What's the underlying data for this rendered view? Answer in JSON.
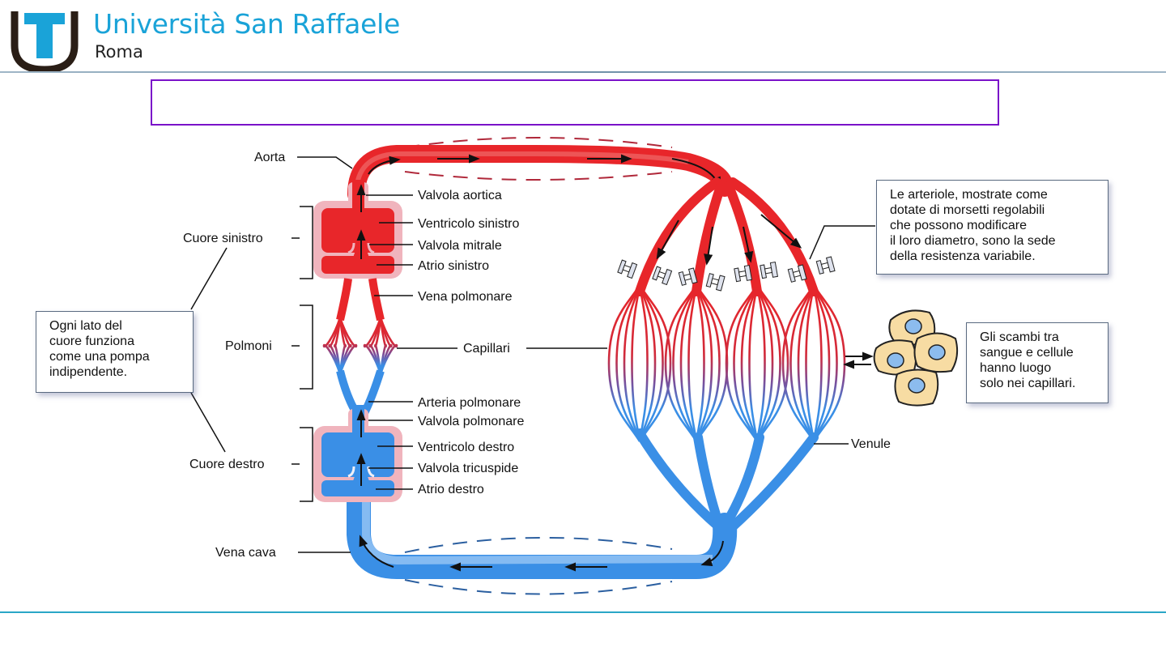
{
  "header": {
    "university_name": "Università San Raffaele",
    "city": "Roma",
    "logo": "university-u-logo",
    "brand_color": "#1aa3d8",
    "title_box_color": "#7a12c9",
    "title": ""
  },
  "diagram": {
    "colors": {
      "oxygenated": "#e8262a",
      "deoxygenated": "#3a8fe6",
      "heart_wall": "#f0b4bd",
      "cells": "#f7dca3",
      "nucleus": "#8cbcee"
    },
    "labels": {
      "aorta": "Aorta",
      "valvola_aortica": "Valvola aortica",
      "cuore_sinistro": "Cuore sinistro",
      "ventricolo_sinistro": "Ventricolo sinistro",
      "valvola_mitrale": "Valvola mitrale",
      "atrio_sinistro": "Atrio sinistro",
      "vena_polmonare": "Vena polmonare",
      "polmoni": "Polmoni",
      "capillari": "Capillari",
      "arteria_polmonare": "Arteria polmonare",
      "valvola_polmonare": "Valvola polmonare",
      "cuore_destro": "Cuore destro",
      "ventricolo_destro": "Ventricolo destro",
      "valvola_tricuspide": "Valvola tricuspide",
      "atrio_destro": "Atrio destro",
      "vena_cava": "Vena cava",
      "venule": "Venule"
    },
    "notes": {
      "pump": [
        "Ogni lato del",
        "cuore funziona",
        "come una pompa",
        "indipendente."
      ],
      "arterioles": [
        "Le arteriole, mostrate come",
        "dotate di morsetti regolabili",
        "che possono modificare",
        "il loro diametro, sono la sede",
        "della resistenza variabile."
      ],
      "exchange": [
        "Gli scambi tra",
        "sangue e cellule",
        "hanno luogo",
        "solo nei capillari."
      ]
    },
    "capillary_beds": 4,
    "clamps": 8,
    "tissue_cells": 4
  }
}
